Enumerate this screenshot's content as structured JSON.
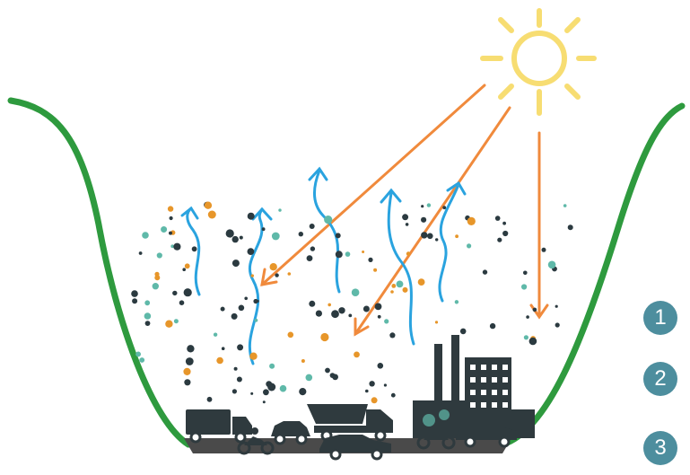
{
  "colors": {
    "valley": "#2e9a3e",
    "sun": "#f7dd72",
    "sun_rays_arrows": "#f08a3c",
    "heat_arrows": "#2aa3df",
    "particle_dark": "#2b3a40",
    "particle_teal": "#5fb9a9",
    "particle_orange": "#e7962a",
    "ground": "#4a4a4a",
    "vehicles_factory": "#2f3a3e",
    "badge": "#4d8e9e"
  },
  "icons": [
    "sun-icon",
    "truck-icon",
    "taxi-icon",
    "dump-truck-icon",
    "factory-icon",
    "car-icon",
    "motorcycle-icon"
  ],
  "legend": {
    "items": [
      {
        "number": "1"
      },
      {
        "number": "2"
      },
      {
        "number": "3"
      }
    ]
  }
}
